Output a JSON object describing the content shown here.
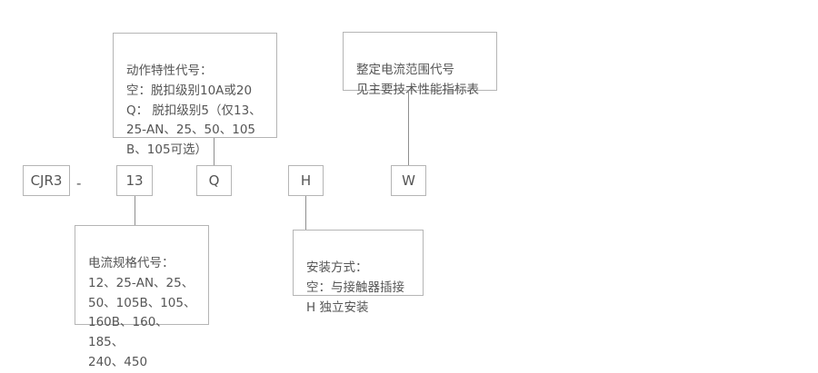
{
  "diagram": {
    "title": "CJR3 model code designation diagram",
    "line_color": "#8f8f8f",
    "border_color": "#b5b5b5",
    "text_color": "#555555",
    "code_boxes": [
      {
        "id": "series",
        "label": "CJR3"
      },
      {
        "id": "current-spec",
        "label": "13"
      },
      {
        "id": "action-characteristic",
        "label": "Q"
      },
      {
        "id": "mounting",
        "label": "H"
      },
      {
        "id": "current-range",
        "label": "W"
      }
    ],
    "separator": "-",
    "notes": {
      "action_characteristic": {
        "id": "action-characteristic-note",
        "text": "动作特性代号：\n空：脱扣级别10A或20\nQ： 脱扣级别5（仅13、\n25-AN、25、50、105\nB、105可选）"
      },
      "current_range": {
        "id": "current-range-note",
        "text": "整定电流范围代号\n见主要技术性能指标表"
      },
      "current_spec": {
        "id": "current-spec-note",
        "text": "电流规格代号：\n12、25-AN、25、\n50、105B、105、\n160B、160、185、\n240、450"
      },
      "mounting": {
        "id": "mounting-note",
        "text": "安装方式：\n空：与接触器插接\nH   独立安装"
      }
    }
  }
}
